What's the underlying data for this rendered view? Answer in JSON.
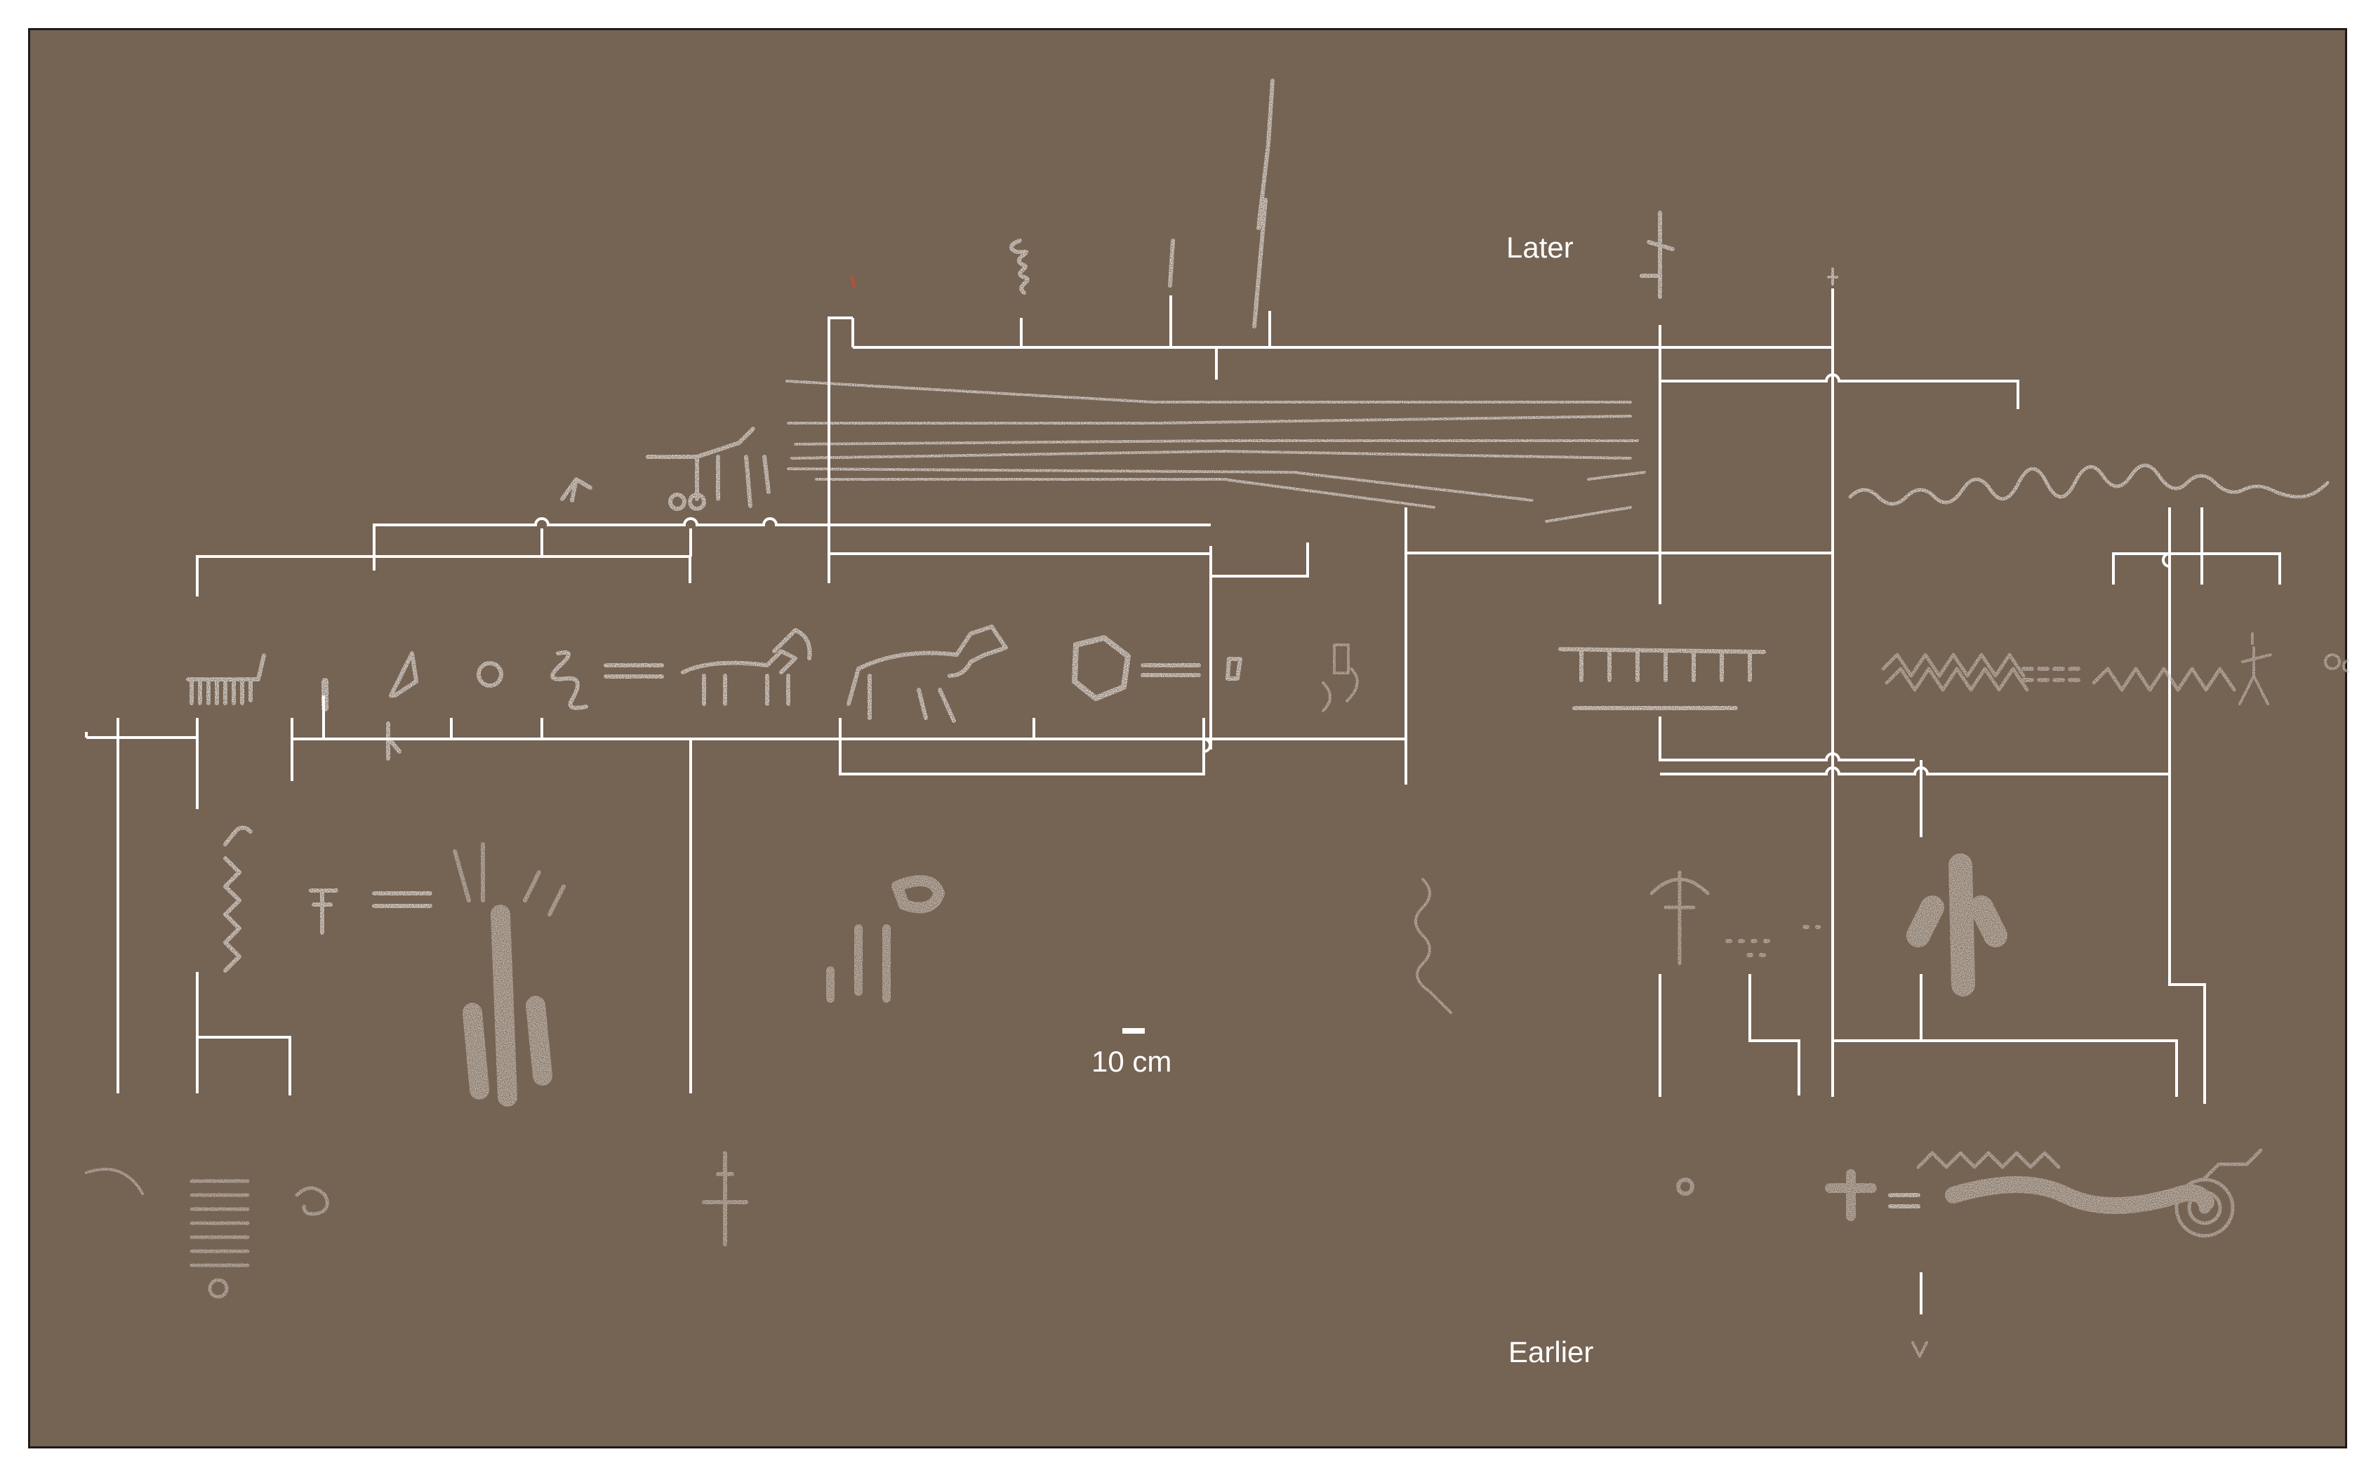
{
  "colors": {
    "background": "#756354",
    "line": "#ffffff",
    "motif": "#f5f2ee",
    "motif_faint": "#cfc6bc",
    "highlight": "#d9472b",
    "frame": "#1e1a17"
  },
  "labels": {
    "later": "Later",
    "earlier": "Earlier",
    "scale": "10 cm"
  }
}
